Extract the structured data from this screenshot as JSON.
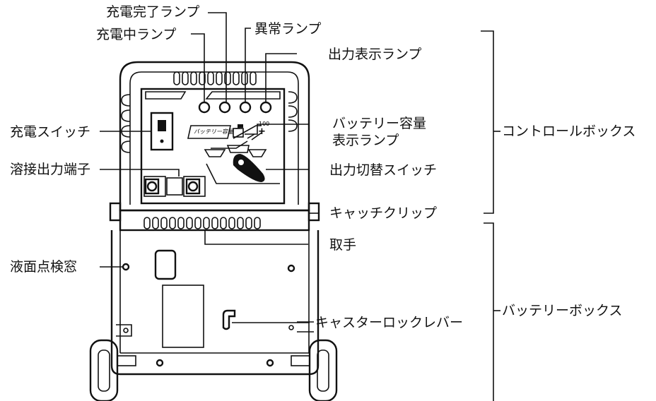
{
  "callouts": {
    "charge_complete_lamp": "充電完了ランプ",
    "charging_lamp": "充電中ランプ",
    "error_lamp": "異常ランプ",
    "output_display_lamp": "出力表示ランプ",
    "charge_switch": "充電スイッチ",
    "battery_capacity_lamp_line1": "バッテリー容量",
    "battery_capacity_lamp_line2": "表示ランプ",
    "welding_output_terminal": "溶接出力端子",
    "output_selector_switch": "出力切替スイッチ",
    "catch_clip": "キャッチクリップ",
    "handle": "取手",
    "level_check_window": "液面点検窓",
    "caster_lock_lever": "キャスターロックレバー"
  },
  "sections": {
    "control_box": "コントロールボックス",
    "battery_box": "バッテリーボックス"
  },
  "panel": {
    "battery_plate_text": "バッテリー容量",
    "gauge_max": "100",
    "gauge_minus": "−",
    "gauge_plus": "+"
  }
}
